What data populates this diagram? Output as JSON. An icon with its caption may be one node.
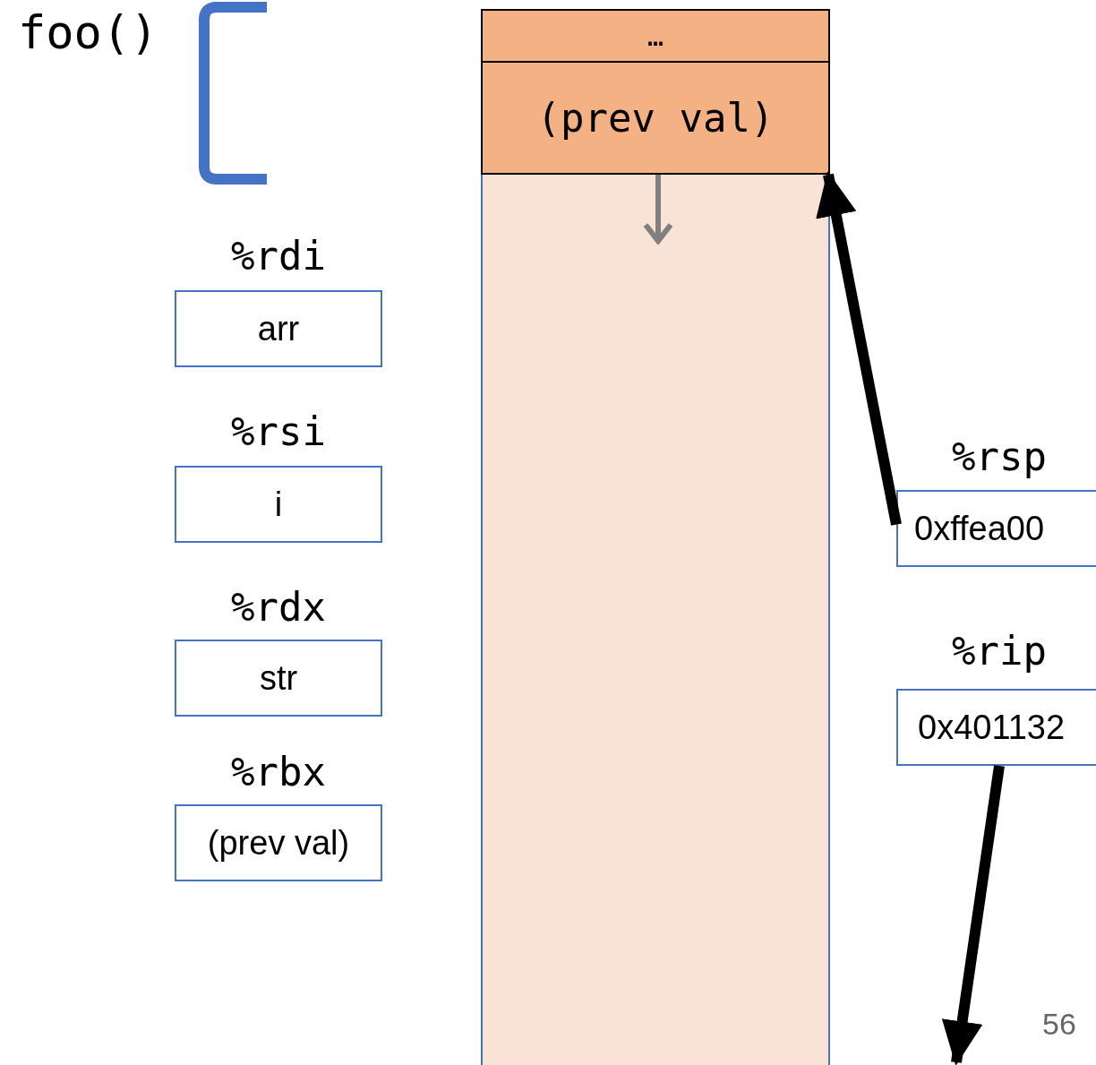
{
  "diagram": {
    "nodes": [
      {
        "text": [],
        "shape": "box"
      },
      {
        "text": [
          "…"
        ],
        "in": 0
      },
      {
        "text": [
          "(prev val)"
        ],
        "in": 0
      },
      {
        "text": [
          "%rdi",
          "arr"
        ]
      },
      {
        "text": [
          "%rsi",
          "i"
        ]
      },
      {
        "text": [
          "%rdx",
          "str"
        ]
      },
      {
        "text": [
          "%rbx",
          "(prev val)"
        ]
      },
      {
        "text": [
          "%rsp",
          "0xffea00"
        ]
      },
      {
        "text": [
          "%rip",
          "0x401132"
        ]
      }
    ],
    "edges": [
      {
        "from": 7,
        "to": 2,
        "arrow": "to"
      },
      {
        "from": 8,
        "to": null,
        "arrow": "to"
      }
    ],
    "labels": [
      "foo()",
      "56"
    ]
  }
}
